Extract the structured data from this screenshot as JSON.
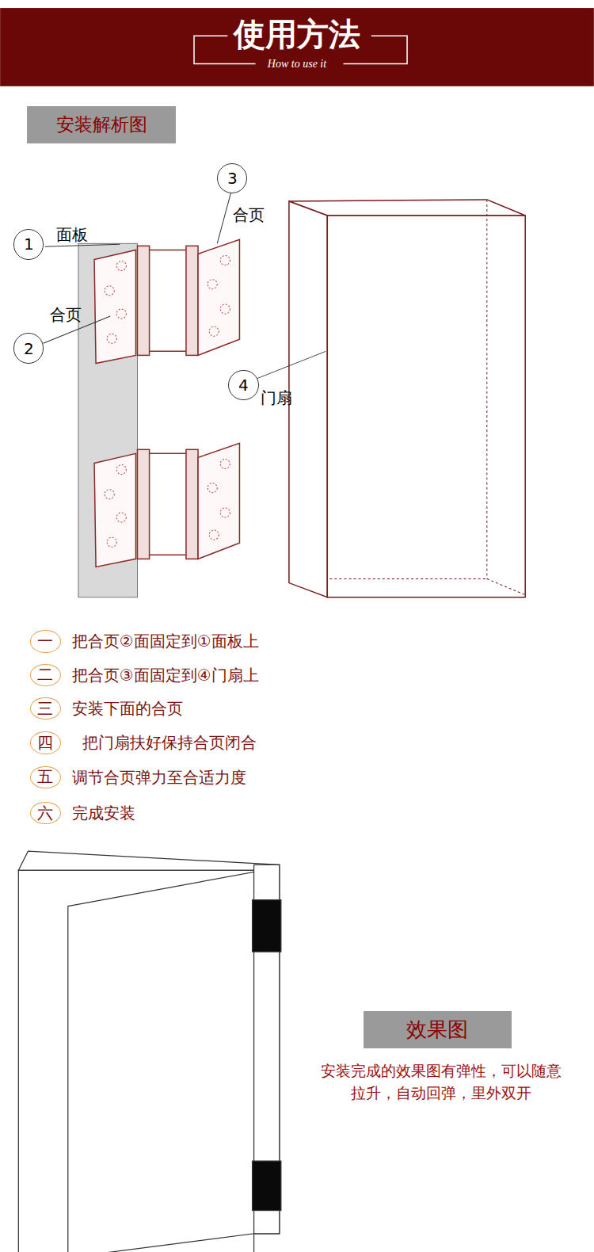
{
  "diagram": {
    "nodes": [
      {
        "text": [
          "使用方法",
          "How to use it"
        ]
      },
      {
        "text": [
          "安装解析图"
        ]
      },
      {
        "text": [
          "3"
        ]
      },
      {
        "text": [
          "1"
        ]
      },
      {
        "text": [
          "2"
        ]
      },
      {
        "text": [
          "4"
        ]
      },
      {
        "text": [
          "一"
        ]
      },
      {
        "text": [
          "二"
        ]
      },
      {
        "text": [
          "三"
        ]
      },
      {
        "text": [
          "四"
        ]
      },
      {
        "text": [
          "五"
        ]
      },
      {
        "text": [
          "六"
        ]
      },
      {
        "text": [
          "效果图"
        ]
      }
    ],
    "labels": [
      "合页",
      "面板",
      "合页",
      "门扇",
      "把合页②面固定到①面板上",
      "把合页③面固定到④门扇上",
      "安装下面的合页",
      "把门扇扶好保持合页闭合",
      "调节合页弹力至合适力度",
      "完成安装",
      "安装完成的效果图有弹性，可以随意拉升，自动回弹，里外双开"
    ]
  }
}
